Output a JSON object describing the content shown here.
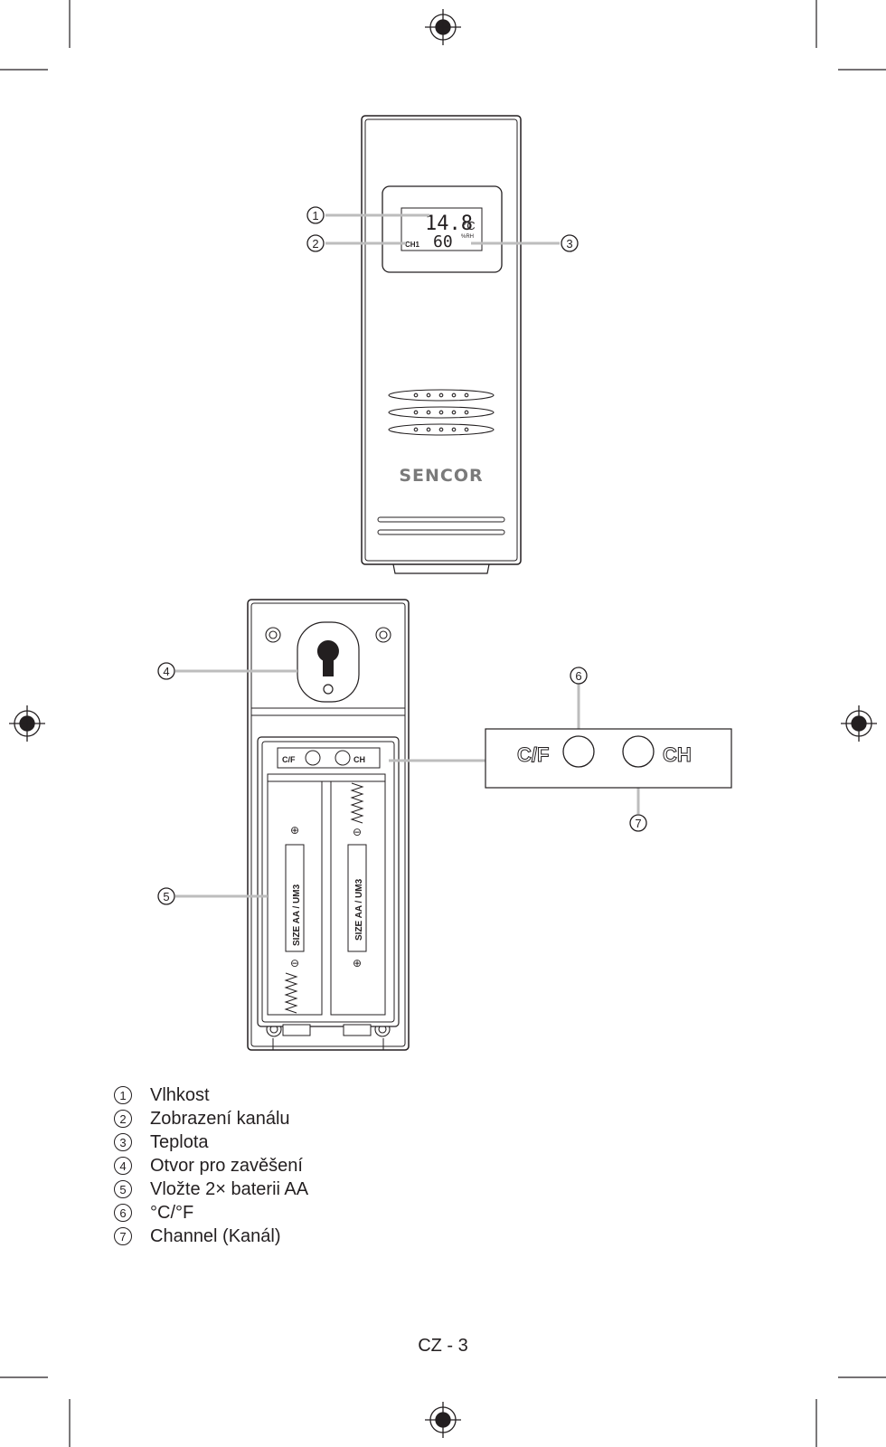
{
  "display": {
    "temperature": "14.8",
    "temp_unit": "°C",
    "humidity": "60",
    "humidity_unit": "%RH",
    "channel": "CH1"
  },
  "brand": "SENCOR",
  "battery": {
    "label": "SIZE   AA / UM3",
    "plus": "⊕",
    "minus": "⊖"
  },
  "buttons": {
    "cf_label": "C/F",
    "ch_label": "CH"
  },
  "callouts": [
    "1",
    "2",
    "3",
    "4",
    "5",
    "6",
    "7"
  ],
  "legend": [
    {
      "num": "1",
      "text": "Vlhkost"
    },
    {
      "num": "2",
      "text": "Zobrazení kanálu"
    },
    {
      "num": "3",
      "text": "Teplota"
    },
    {
      "num": "4",
      "text": "Otvor pro zavěšení"
    },
    {
      "num": "5",
      "text": "Vložte 2× baterii AA"
    },
    {
      "num": "6",
      "text": "°C/°F"
    },
    {
      "num": "7",
      "text": "Channel (Kanál)"
    }
  ],
  "page_number": "CZ - 3"
}
